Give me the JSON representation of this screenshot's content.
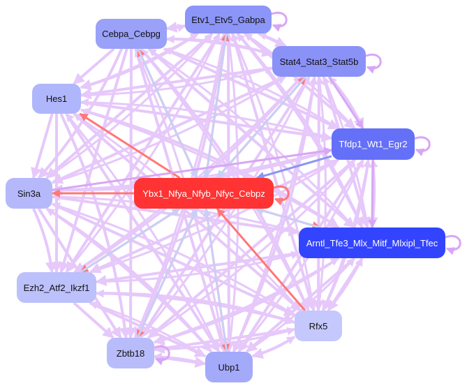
{
  "nodes": [
    {
      "id": "etv1",
      "label": "Etv1_Etv5_Gabpa",
      "color": "#8c95f8",
      "self_loop": true
    },
    {
      "id": "cebpa",
      "label": "Cebpa_Cebpg",
      "color": "#9aa1f9",
      "self_loop": false
    },
    {
      "id": "stat4",
      "label": "Stat4_Stat3_Stat5b",
      "color": "#8a92f8",
      "self_loop": true
    },
    {
      "id": "hes1",
      "label": "Hes1",
      "color": "#b0b6fb",
      "self_loop": false
    },
    {
      "id": "tfdp1",
      "label": "Tfdp1_Wt1_Egr2",
      "color": "#6470f7",
      "self_loop": true
    },
    {
      "id": "sin3a",
      "label": "Sin3a",
      "color": "#b5b9fb",
      "self_loop": false
    },
    {
      "id": "ybx1",
      "label": "Ybx1_Nfya_Nfyb_Nfyc_Cebpz",
      "color": "#ff3333",
      "self_loop": true
    },
    {
      "id": "arntl",
      "label": "Arntl_Tfe3_Mlx_Mitf_Mlxipl_Tfec",
      "color": "#3344ff",
      "self_loop": true
    },
    {
      "id": "ezh2",
      "label": "Ezh2_Atf2_Ikzf1",
      "color": "#bcc0fb",
      "self_loop": false
    },
    {
      "id": "rfx5",
      "label": "Rfx5",
      "color": "#c5c8fc",
      "self_loop": false
    },
    {
      "id": "zbtb18",
      "label": "Zbtb18",
      "color": "#b8bcfb",
      "self_loop": true
    },
    {
      "id": "ubp1",
      "label": "Ubp1",
      "color": "#a4aafa",
      "self_loop": false
    }
  ],
  "edge_colors": {
    "lavender": "#e6c8fa",
    "violet": "#d9a6f5",
    "red": "#ff7777",
    "blue": "#c8d0f8",
    "darkblue": "#8a96f0"
  },
  "edges": [
    {
      "from": "ybx1",
      "to": "etv1",
      "type": "red"
    },
    {
      "from": "ybx1",
      "to": "cebpa",
      "type": "red"
    },
    {
      "from": "ybx1",
      "to": "stat4",
      "type": "red"
    },
    {
      "from": "ybx1",
      "to": "hes1",
      "type": "red"
    },
    {
      "from": "ybx1",
      "to": "sin3a",
      "type": "red"
    },
    {
      "from": "ybx1",
      "to": "arntl",
      "type": "red"
    },
    {
      "from": "ybx1",
      "to": "ezh2",
      "type": "red"
    },
    {
      "from": "ybx1",
      "to": "zbtb18",
      "type": "red"
    },
    {
      "from": "ybx1",
      "to": "ubp1",
      "type": "red"
    },
    {
      "from": "rfx5",
      "to": "ybx1",
      "type": "red"
    },
    {
      "from": "tfdp1",
      "to": "ybx1",
      "type": "darkblue"
    },
    {
      "from": "etv1",
      "to": "ybx1",
      "type": "blue"
    },
    {
      "from": "cebpa",
      "to": "ybx1",
      "type": "blue"
    },
    {
      "from": "stat4",
      "to": "ybx1",
      "type": "blue"
    },
    {
      "from": "ubp1",
      "to": "ybx1",
      "type": "blue"
    },
    {
      "from": "zbtb18",
      "to": "ybx1",
      "type": "blue"
    },
    {
      "from": "ezh2",
      "to": "ybx1",
      "type": "blue"
    },
    {
      "from": "arntl",
      "to": "ybx1",
      "type": "blue"
    },
    {
      "from": "sin3a",
      "to": "tfdp1",
      "type": "violet"
    },
    {
      "from": "tfdp1",
      "to": "arntl",
      "type": "violet"
    },
    {
      "from": "stat4",
      "to": "tfdp1",
      "type": "violet"
    }
  ]
}
